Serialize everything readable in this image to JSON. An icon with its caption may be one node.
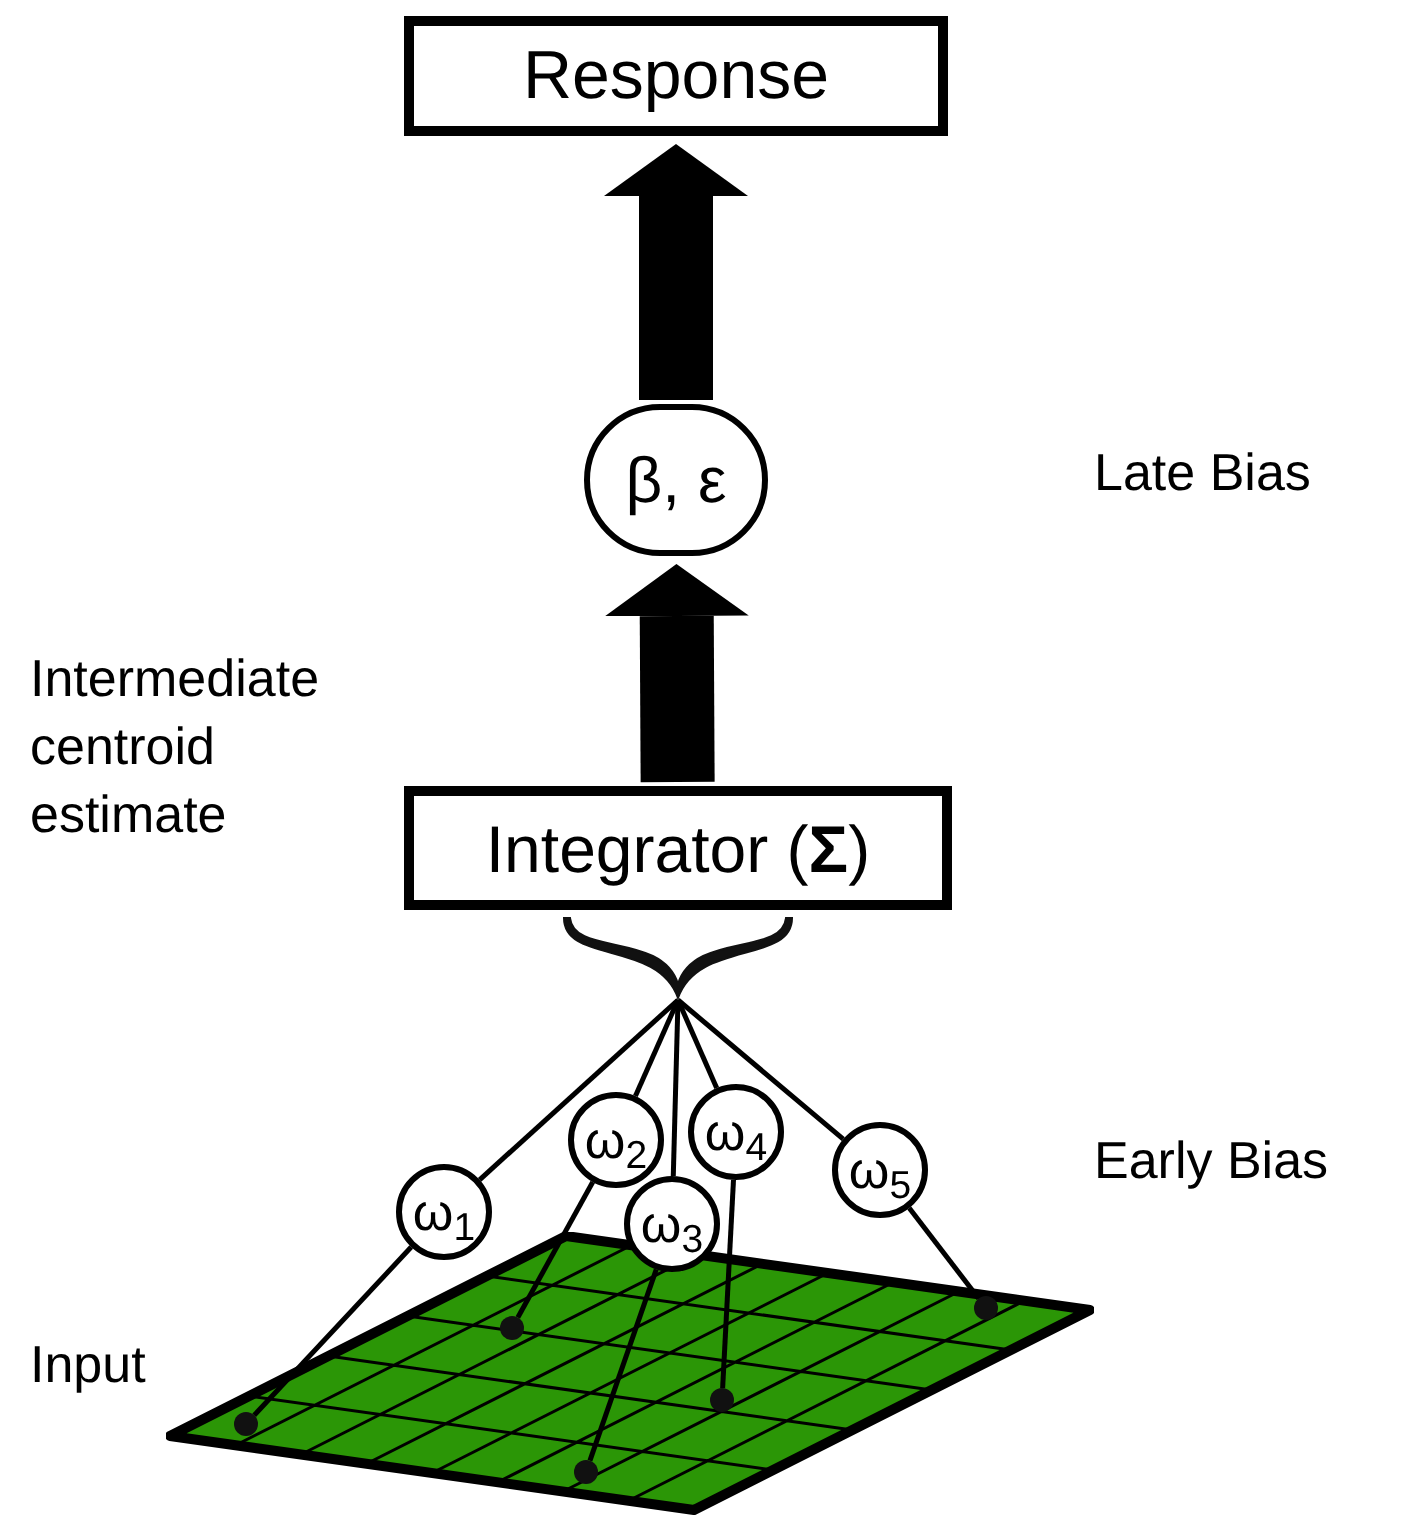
{
  "diagram": {
    "nodes": [
      {
        "text": [
          "Response"
        ]
      },
      {
        "text": [
          "β, ε"
        ]
      },
      {
        "text": [
          "Integrator (**Σ**)"
        ]
      },
      {
        "text": [],
        "shape": "brace"
      },
      {
        "text": [
          "ω$_{1}$"
        ]
      },
      {
        "text": [
          "ω$_{2}$"
        ]
      },
      {
        "text": [
          "ω$_{3}$"
        ]
      },
      {
        "text": [
          "ω$_{4}$"
        ]
      },
      {
        "text": [
          "ω$_{5}$"
        ]
      },
      {
        "text": [],
        "shape": "grid"
      },
      {
        "text": [],
        "shape": "circle",
        "in": 9
      },
      {
        "text": [],
        "shape": "circle",
        "in": 9
      },
      {
        "text": [],
        "shape": "circle",
        "in": 9
      },
      {
        "text": [],
        "shape": "circle",
        "in": 9
      },
      {
        "text": [],
        "shape": "circle",
        "in": 9
      }
    ],
    "edges": [
      {
        "from": 2,
        "to": 1,
        "arrow": "to",
        "style": "thick"
      },
      {
        "from": 1,
        "to": 0,
        "arrow": "to",
        "style": "thick"
      },
      {
        "from": 10,
        "to": 4,
        "arrow": "none"
      },
      {
        "from": 11,
        "to": 5,
        "arrow": "none"
      },
      {
        "from": 12,
        "to": 6,
        "arrow": "none"
      },
      {
        "from": 13,
        "to": 7,
        "arrow": "none"
      },
      {
        "from": 14,
        "to": 8,
        "arrow": "none"
      },
      {
        "from": 4,
        "to": 3,
        "arrow": "none"
      },
      {
        "from": 5,
        "to": 3,
        "arrow": "none"
      },
      {
        "from": 6,
        "to": 3,
        "arrow": "none"
      },
      {
        "from": 7,
        "to": 3,
        "arrow": "none"
      },
      {
        "from": 8,
        "to": 3,
        "arrow": "none"
      }
    ],
    "labels": [
      "Late Bias",
      "Intermediate centroid estimate",
      "Early Bias",
      "Input"
    ]
  }
}
